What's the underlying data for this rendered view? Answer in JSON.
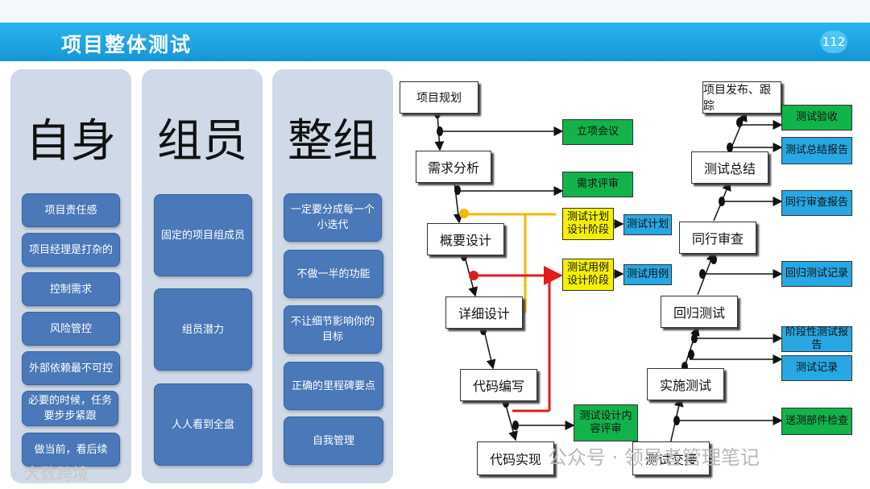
{
  "header": {
    "title": "项目整体测试",
    "page_number": "112"
  },
  "columns": [
    {
      "heading": "自身",
      "items": [
        "项目责任感",
        "项目经理是打杂的",
        "控制需求",
        "风险管控",
        "外部依赖最不可控",
        "必要的时候，任务要步步紧跟",
        "做当前，看后续"
      ]
    },
    {
      "heading": "组员",
      "items": [
        "固定的项目组成员",
        "组员潜力",
        "人人看到全盘"
      ]
    },
    {
      "heading": "整组",
      "items": [
        "一定要分成每一个小迭代",
        "不做一半的功能",
        "不让细节影响你的目标",
        "正确的里程碑要点",
        "自我管理"
      ]
    }
  ],
  "diagram": {
    "nodes": {
      "plan": "项目规划",
      "req": "需求分析",
      "outline": "概要设计",
      "detail": "详细设计",
      "code": "代码编写",
      "impl": "代码实现",
      "deliver": "测试交接",
      "exec": "实施测试",
      "regress": "回归测试",
      "peer": "同行审查",
      "summary": "测试总结",
      "release": "项目发布、跟踪"
    },
    "tags": {
      "kickoff": "立项会议",
      "req_review": "需求评审",
      "plan_phase": "测试计划设计阶段",
      "test_plan": "测试计划",
      "case_phase": "测试用例设计阶段",
      "test_case": "测试用例",
      "design_review": "测试设计内容评审",
      "accept": "测试验收",
      "summary_report": "测试总结报告",
      "peer_report": "同行审查报告",
      "regress_record": "回归测试记录",
      "stage_report": "阶段性测试报告",
      "test_record": "测试记录",
      "parts_check": "送测部件检查"
    },
    "colors": {
      "green": "#12b34a",
      "blue": "#27a7e3",
      "yellow": "#f6f000",
      "orange": "#f5b800",
      "red": "#e21b1b"
    }
  },
  "watermarks": {
    "wechat": "公众号 · 领导者管理笔记",
    "brand": "大数跨境"
  }
}
